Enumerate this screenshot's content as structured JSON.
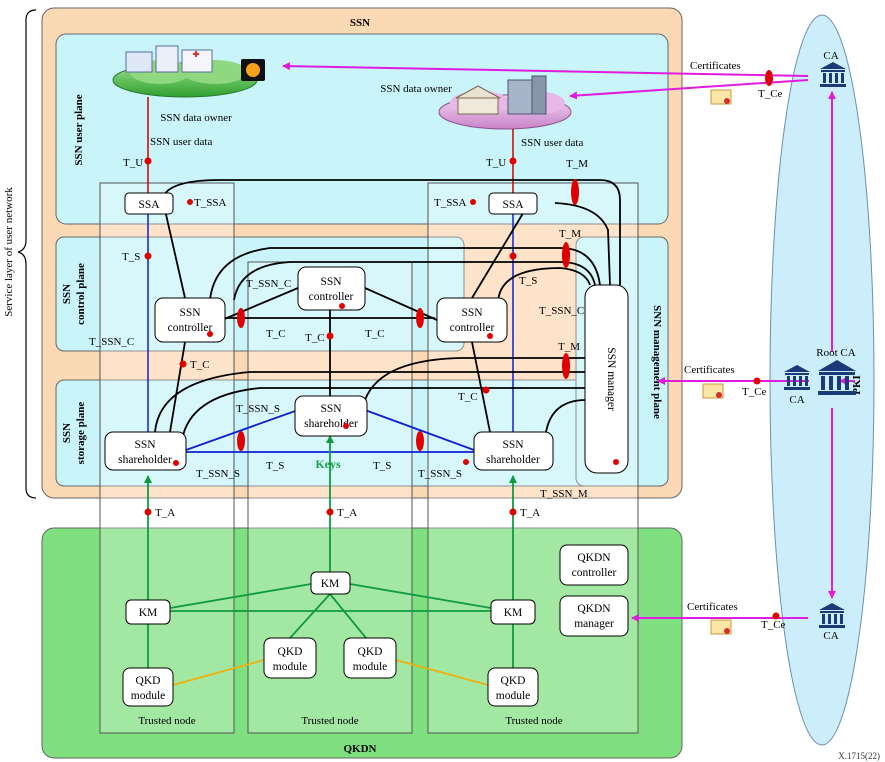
{
  "titles": {
    "ssn": "SSN",
    "qkdn": "QKDN",
    "pki": "PKI",
    "service_layer": "Service layer of user network",
    "figure_id": "X.1715(22)"
  },
  "planes": {
    "user": "SSN user plane",
    "control_1": "SSN",
    "control_2": "control plane",
    "storage_1": "SSN",
    "storage_2": "storage plane",
    "management": "SNN management plane"
  },
  "data_owner": "SSN data owner",
  "user_data": "SSN user data",
  "boxes": {
    "ssa": "SSA",
    "controller_1": "SSN",
    "controller_2": "controller",
    "shareholder_1": "SSN",
    "shareholder_2": "shareholder",
    "manager": "SSN manager",
    "km": "KM",
    "qkd_1": "QKD",
    "qkd_2": "module",
    "qkdn_controller_1": "QKDN",
    "qkdn_controller_2": "controller",
    "qkdn_manager_1": "QKDN",
    "qkdn_manager_2": "manager"
  },
  "interfaces": {
    "t_u": "T_U",
    "t_m": "T_M",
    "t_s": "T_S",
    "t_c": "T_C",
    "t_a": "T_A",
    "t_ssa": "T_SSA",
    "t_ssn_c": "T_SSN_C",
    "t_ssn_s": "T_SSN_S",
    "t_ssn_m": "T_SSN_M",
    "t_ce": "T_Ce"
  },
  "keys": "Keys",
  "trusted_node": "Trusted node",
  "certificates": "Certificates",
  "ca": "CA",
  "root_ca": "Root CA",
  "colors": {
    "ssn_bg": "#fbd9b5",
    "plane_bg": "#c8f4fa",
    "qkdn_bg": "#7fe07f",
    "pki_bg": "#cceefa",
    "cert_arrow": "#e01be0",
    "interface_dot": "#e00000",
    "share_line": "#1020d0",
    "qkd_line": "#109a40",
    "quantum_link": "#f0b010",
    "keys_text": "#18a048"
  }
}
